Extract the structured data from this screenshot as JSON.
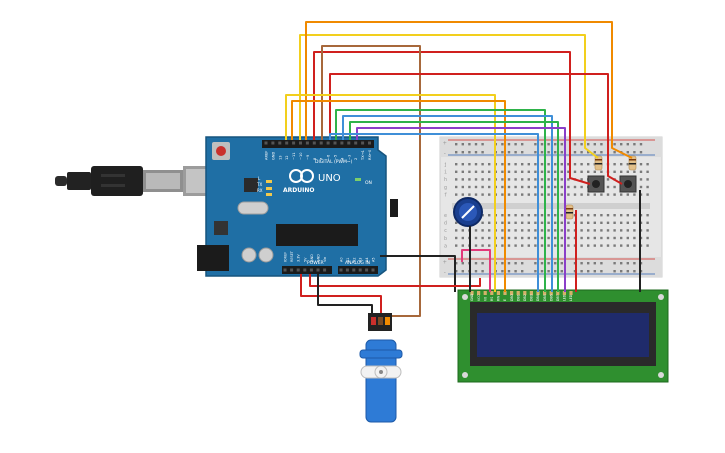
{
  "arduino": {
    "brand": "ARDUINO",
    "model": "UNO",
    "digital_label": "DIGITAL (PWM~)",
    "power_label": "POWER",
    "analog_label": "ANALOG IN",
    "on_label": "ON",
    "tx_label": "TX",
    "rx_label": "RX",
    "l_label": "L",
    "digital_pins": [
      "AREF",
      "GND",
      "13",
      "12",
      "~11",
      "~10",
      "~9",
      "8",
      "7",
      "~6",
      "~5",
      "4",
      "~3",
      "2",
      "TX→1",
      "RX←0"
    ],
    "power_pins": [
      "IOREF",
      "RESET",
      "3.3V",
      "5V",
      "GND",
      "GND",
      "Vin"
    ],
    "analog_pins": [
      "A0",
      "A1",
      "A2",
      "A3",
      "A4",
      "A5"
    ]
  },
  "breadboard": {
    "row_letters_top": [
      "j",
      "i",
      "h",
      "g",
      "f"
    ],
    "row_letters_bottom": [
      "e",
      "d",
      "c",
      "b",
      "a"
    ],
    "rail_plus": "+",
    "rail_minus": "-"
  },
  "lcd": {
    "pin_labels": [
      "GND",
      "VCC",
      "V0",
      "RS",
      "RW",
      "E",
      "DB0",
      "DB1",
      "DB2",
      "DB3",
      "DB4",
      "DB5",
      "DB6",
      "DB7",
      "LED",
      "LED"
    ]
  },
  "colors": {
    "arduino_board": "#1f6fa5",
    "wire_red": "#d0201e",
    "wire_black": "#222222",
    "wire_orange": "#f08a00",
    "wire_yellow": "#f2cf1d",
    "wire_brown": "#a7683b",
    "wire_green": "#2eb34a",
    "wire_blue": "#3f8fd8",
    "wire_purple": "#8a3fc8",
    "wire_pink": "#e23a7a",
    "lcd_pcb": "#2f8f2f",
    "lcd_screen": "#1f2b6b",
    "servo_body": "#2e7bd6"
  },
  "icons": [
    "usb-cable-icon",
    "servo-horn-icon",
    "potentiometer-knob-icon",
    "pushbutton-icon",
    "resistor-icon"
  ]
}
